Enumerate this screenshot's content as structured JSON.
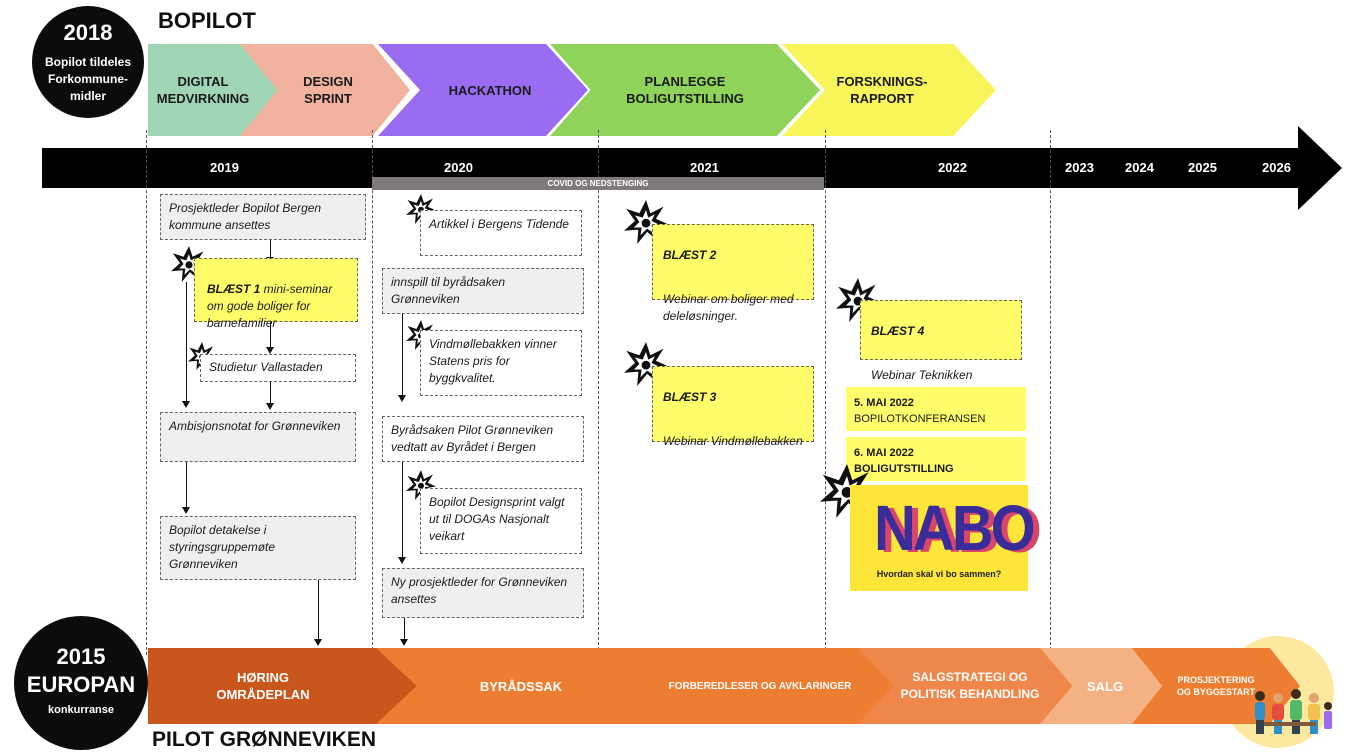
{
  "top_circle": {
    "year": "2018",
    "text": "Bopilot tildeles Forkommune-midler"
  },
  "bottom_circle": {
    "year": "2015",
    "title": "EUROPAN",
    "sub": "konkurranse"
  },
  "top_title": "BOPILOT",
  "bottom_title": "PILOT GRØNNEVIKEN",
  "top_phases": [
    {
      "label": "DIGITAL\nMEDVIRKNING",
      "color": "#9fd5b5"
    },
    {
      "label": "DESIGN\nSPRINT",
      "color": "#f1b3a0"
    },
    {
      "label": "HACKATHON",
      "color": "#9a6cf2"
    },
    {
      "label": "PLANLEGGE\nBOLIGUTSTILLING",
      "color": "#8fd35b"
    },
    {
      "label": "FORSKNINGS-\nRAPPORT",
      "color": "#f7f55a"
    }
  ],
  "years": [
    "2019",
    "2020",
    "2021",
    "2022",
    "2023",
    "2024",
    "2025",
    "2026"
  ],
  "covid_label": "COVID OG NEDSTENGING",
  "col_2019": {
    "box1": "Prosjektleder Bopilot Bergen kommune ansettes",
    "blast1_title": "BLÆST 1",
    "blast1_text": " mini-seminar om gode boliger for barnefamilier",
    "box3": "Studietur Vallastaden",
    "box4": "Ambisjonsnotat for Grønneviken",
    "box5": "Bopilot detakelse i styringsgruppemøte Grønneviken"
  },
  "col_2020": {
    "box1": "Artikkel i Bergens Tidende",
    "box2": "innspill til byrådsaken Grønneviken",
    "box3": "Vindmøllebakken vinner Statens pris for byggkvalitet.",
    "box4": "Byrådsaken Pilot Grønneviken vedtatt av Byrådet i Bergen",
    "box5": "Bopilot Designsprint valgt ut til DOGAs Nasjonalt veikart",
    "box6": "Ny prosjektleder for Grønneviken ansettes"
  },
  "col_2021": {
    "blast2_title": "BLÆST 2",
    "blast2_text": "Webinar om boliger med deleløsninger.",
    "blast3_title": "BLÆST 3",
    "blast3_text": "Webinar Vindmøllebakken"
  },
  "col_2022": {
    "blast4_title": "BLÆST 4",
    "blast4_text": "Webinar Teknikken",
    "event1_date": "5. MAI 2022",
    "event1_name": "BOPILOTKONFERANSEN",
    "event2_date": "6. MAI 2022",
    "event2_name": "BOLIGUTSTILLING",
    "nabo_logo": "NABO",
    "nabo_tagline": "Hvordan skal vi bo sammen?"
  },
  "bottom_phases": [
    {
      "label": "HØRING\nOMRÅDEPLAN",
      "color": "#c9561c"
    },
    {
      "label": "BYRÅDSSAK",
      "color": "#ed7d31"
    },
    {
      "label": "FORBEREDLESER OG AVKLARINGER",
      "color": "#ed7d31"
    },
    {
      "label": "SALGSTRATEGI OG\nPOLITISK BEHANDLING",
      "color": "#f0874a"
    },
    {
      "label": "SALG",
      "color": "#f4b183"
    },
    {
      "label": "PROSJEKTERING\nOG BYGGESTART",
      "color": "#ed7d31"
    }
  ],
  "accent_colors": {
    "timeline": "#000000",
    "note_yellow": "#fffd6a",
    "sun": "#fde8a0"
  }
}
